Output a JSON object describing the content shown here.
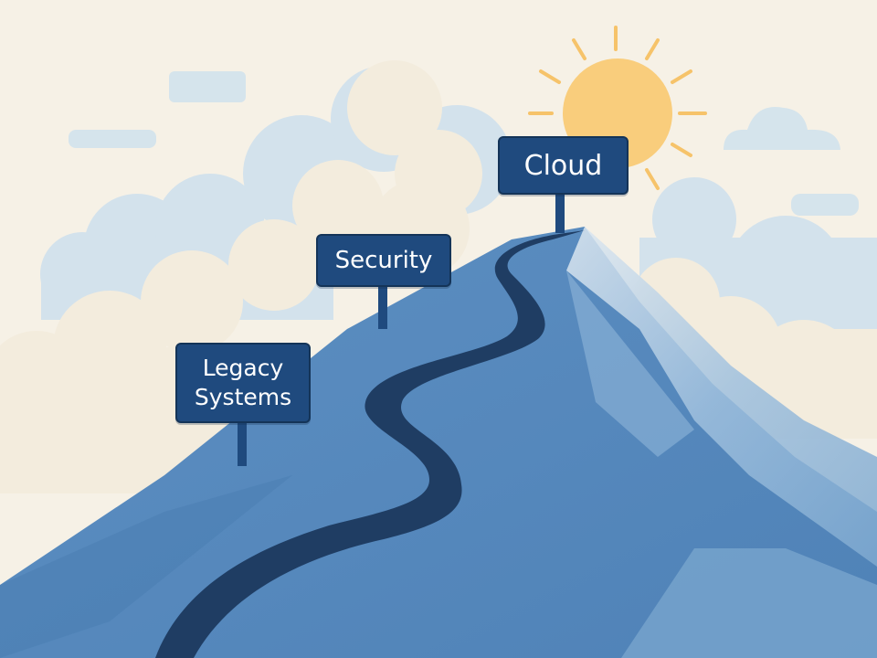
{
  "signs": {
    "legacy": {
      "lines": [
        "Legacy",
        "Systems"
      ]
    },
    "security": {
      "label": "Security"
    },
    "cloud": {
      "label": "Cloud"
    }
  },
  "icons": [
    "sun-icon",
    "cloud-icon",
    "mountain-icon",
    "winding-path-icon",
    "signpost-icon"
  ],
  "colors": {
    "sky": "#f6f1e6",
    "cloud": "#d9e6ee",
    "mountain": "#5b8fc1",
    "mountain_shadow": "#7fa9d1",
    "path": "#1f3d63",
    "sign": "#1f4a7e",
    "sun": "#f9cd7c",
    "sun_rays": "#f6c36a"
  }
}
